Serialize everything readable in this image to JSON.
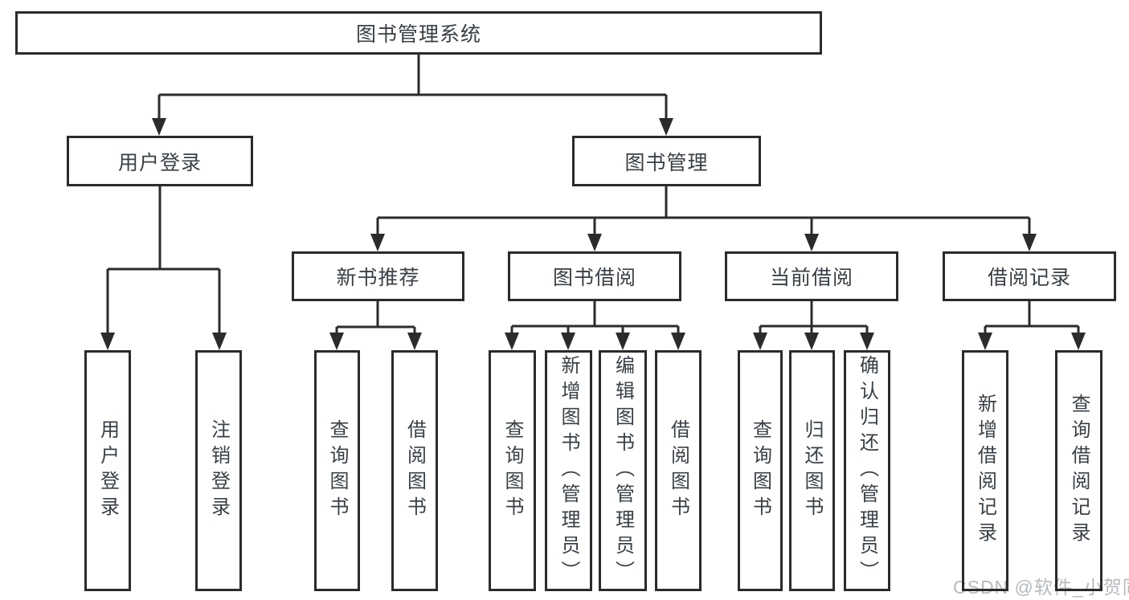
{
  "tree": {
    "root": "图书管理系统",
    "branches": [
      {
        "label": "用户登录",
        "children": [
          "用户登录",
          "注销登录"
        ]
      },
      {
        "label": "图书管理",
        "groups": [
          {
            "label": "新书推荐",
            "children": [
              "查询图书",
              "借阅图书"
            ]
          },
          {
            "label": "图书借阅",
            "children": [
              "查询图书",
              "新增图书（管理员）",
              "编辑图书（管理员）",
              "借阅图书"
            ]
          },
          {
            "label": "当前借阅",
            "children": [
              "查询图书",
              "归还图书",
              "确认归还（管理员）"
            ]
          },
          {
            "label": "借阅记录",
            "children": [
              "新增借阅记录",
              "查询借阅记录"
            ]
          }
        ]
      }
    ]
  },
  "watermark": "CSDN @软件_小贺同学",
  "colors": {
    "line": "#2b2b2b",
    "box_border": "#2b2b2b",
    "text": "#394045",
    "watermark": "#b6babe",
    "background": "#ffffff"
  }
}
